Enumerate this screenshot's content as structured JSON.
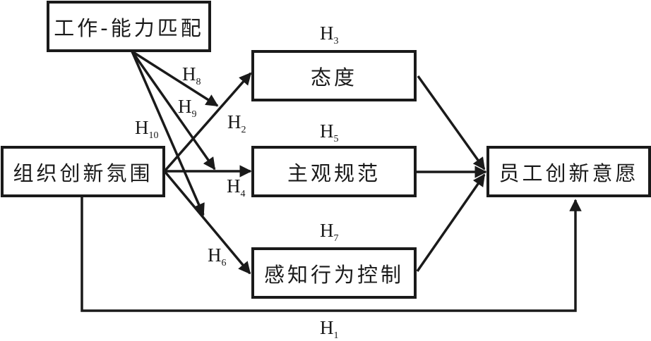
{
  "diagram": {
    "type": "research-model",
    "nodes": {
      "job_fit": "工作-能力匹配",
      "attitude": "态度",
      "subjective_norm": "主观规范",
      "perceived_control": "感知行为控制",
      "org_climate": "组织创新氛围",
      "innovation_intention": "员工创新意愿"
    },
    "hypotheses": {
      "H1": {
        "letter": "H",
        "num": "1",
        "from": "组织创新氛围",
        "to": "员工创新意愿"
      },
      "H2": {
        "letter": "H",
        "num": "2",
        "from": "组织创新氛围",
        "to": "态度"
      },
      "H3": {
        "letter": "H",
        "num": "3",
        "from": "态度",
        "to": "员工创新意愿"
      },
      "H4": {
        "letter": "H",
        "num": "4",
        "from": "组织创新氛围",
        "to": "主观规范"
      },
      "H5": {
        "letter": "H",
        "num": "5",
        "from": "主观规范",
        "to": "员工创新意愿"
      },
      "H6": {
        "letter": "H",
        "num": "6",
        "from": "组织创新氛围",
        "to": "感知行为控制"
      },
      "H7": {
        "letter": "H",
        "num": "7",
        "from": "感知行为控制",
        "to": "员工创新意愿"
      },
      "H8": {
        "letter": "H",
        "num": "8",
        "from": "工作-能力匹配",
        "to": "H2 path (moderation)"
      },
      "H9": {
        "letter": "H",
        "num": "9",
        "from": "工作-能力匹配",
        "to": "H4 path (moderation)"
      },
      "H10": {
        "letter": "H",
        "num": "10",
        "from": "工作-能力匹配",
        "to": "H6 path (moderation)"
      }
    },
    "line_color": "#1a1a1a"
  }
}
